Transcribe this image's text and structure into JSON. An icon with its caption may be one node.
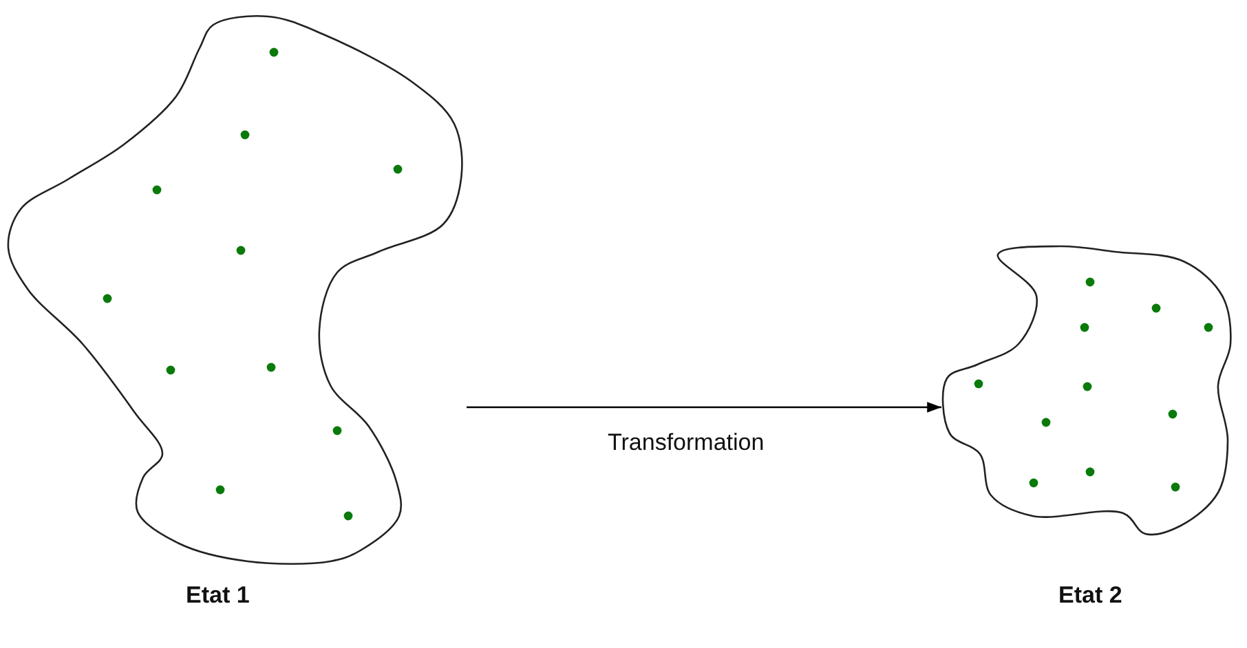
{
  "diagram": {
    "nodes": [
      {
        "text": [
          "Etat 1"
        ]
      },
      {
        "text": [
          "Etat 2"
        ]
      }
    ],
    "edges": [
      {
        "from": 0,
        "to": 1,
        "arrow": "to",
        "label": "Transformation"
      }
    ]
  }
}
